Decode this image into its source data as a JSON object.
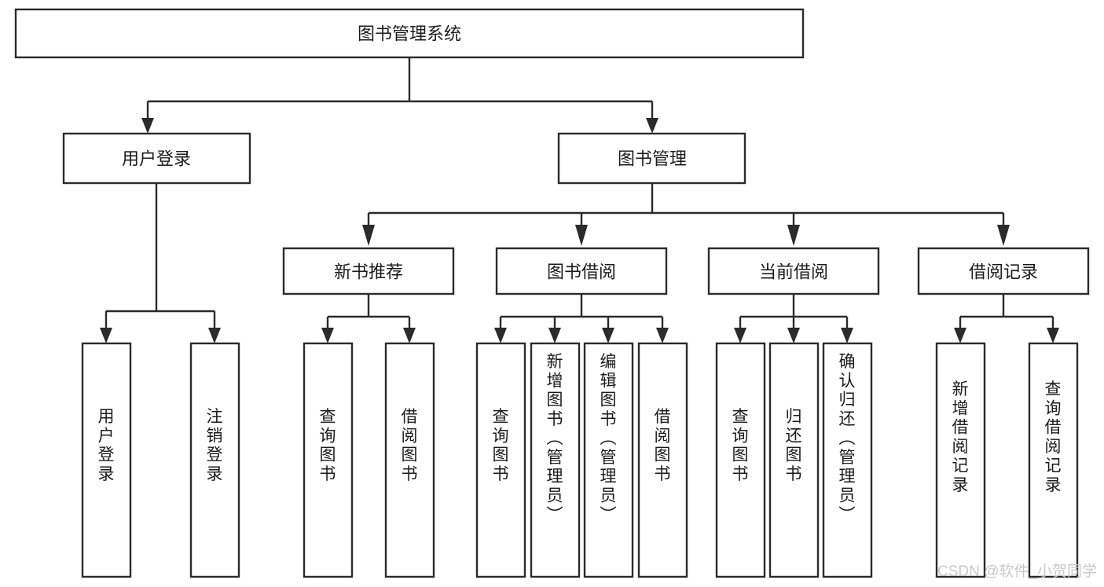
{
  "diagram": {
    "title": "图书管理系统",
    "type": "tree",
    "orientation": "top-down",
    "background_color": "#ffffff",
    "line_color": "#2b2b2b",
    "box_fill": "#ffffff",
    "text_color": "#1b1b1b"
  },
  "nodes": {
    "root": {
      "label": "图书管理系统",
      "level": 0
    },
    "l1": [
      {
        "id": "user-login",
        "label": "用户登录"
      },
      {
        "id": "book-manage",
        "label": "图书管理"
      }
    ],
    "l2": [
      {
        "id": "new-book-recommend",
        "label": "新书推荐",
        "parent": "book-manage"
      },
      {
        "id": "book-borrow",
        "label": "图书借阅",
        "parent": "book-manage"
      },
      {
        "id": "current-borrow",
        "label": "当前借阅",
        "parent": "book-manage"
      },
      {
        "id": "borrow-record",
        "label": "借阅记录",
        "parent": "book-manage"
      }
    ],
    "leaves": [
      {
        "id": "leaf-user-login",
        "label": "用户登录",
        "parent": "user-login"
      },
      {
        "id": "leaf-logout",
        "label": "注销登录",
        "parent": "user-login"
      },
      {
        "id": "leaf-query-book-1",
        "label": "查询图书",
        "parent": "new-book-recommend"
      },
      {
        "id": "leaf-borrow-book-1",
        "label": "借阅图书",
        "parent": "new-book-recommend"
      },
      {
        "id": "leaf-query-book-2",
        "label": "查询图书",
        "parent": "book-borrow"
      },
      {
        "id": "leaf-add-book",
        "label": "新增图书（管理员）",
        "parent": "book-borrow"
      },
      {
        "id": "leaf-edit-book",
        "label": "编辑图书（管理员）",
        "parent": "book-borrow"
      },
      {
        "id": "leaf-borrow-book-2",
        "label": "借阅图书",
        "parent": "book-borrow"
      },
      {
        "id": "leaf-query-book-3",
        "label": "查询图书",
        "parent": "current-borrow"
      },
      {
        "id": "leaf-return-book",
        "label": "归还图书",
        "parent": "current-borrow"
      },
      {
        "id": "leaf-confirm-return",
        "label": "确认归还（管理员）",
        "parent": "current-borrow"
      },
      {
        "id": "leaf-add-record",
        "label": "新增借阅记录",
        "parent": "borrow-record"
      },
      {
        "id": "leaf-query-record",
        "label": "查询借阅记录",
        "parent": "borrow-record"
      }
    ]
  },
  "watermark": {
    "text": "CSDN @软件_小贺同学"
  }
}
